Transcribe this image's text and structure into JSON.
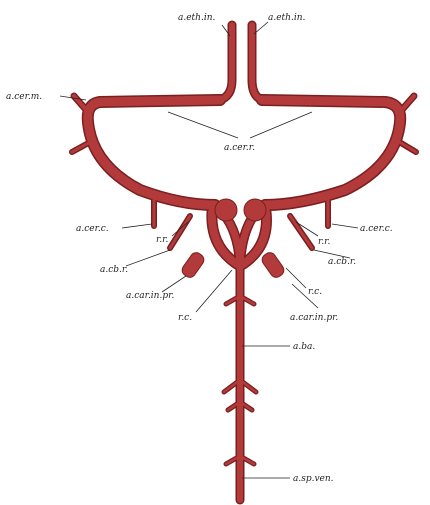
{
  "labels": {
    "eth_in_left": "a.eth.in.",
    "eth_in_right": "a.eth.in.",
    "cer_m": "a.cer.m.",
    "cer_r": "a.cer.r.",
    "cer_c_left": "a.cer.c.",
    "cer_c_right": "a.cer.c.",
    "rr_left": "r.r.",
    "rr_right": "r.r.",
    "cb_r_left": "a.cb.r.",
    "cb_r_right": "a.cb.r.",
    "car_in_pr_left": "a.car.in.pr.",
    "car_in_pr_right": "a.car.in.pr.",
    "rc_left": "r.c.",
    "rc_right": "r.c.",
    "ba": "a.ba.",
    "sp_ven": "a.sp.ven."
  },
  "colors": {
    "vessel": "#b33a3a",
    "vessel_edge": "#7a1f1f",
    "ink": "#222222"
  }
}
